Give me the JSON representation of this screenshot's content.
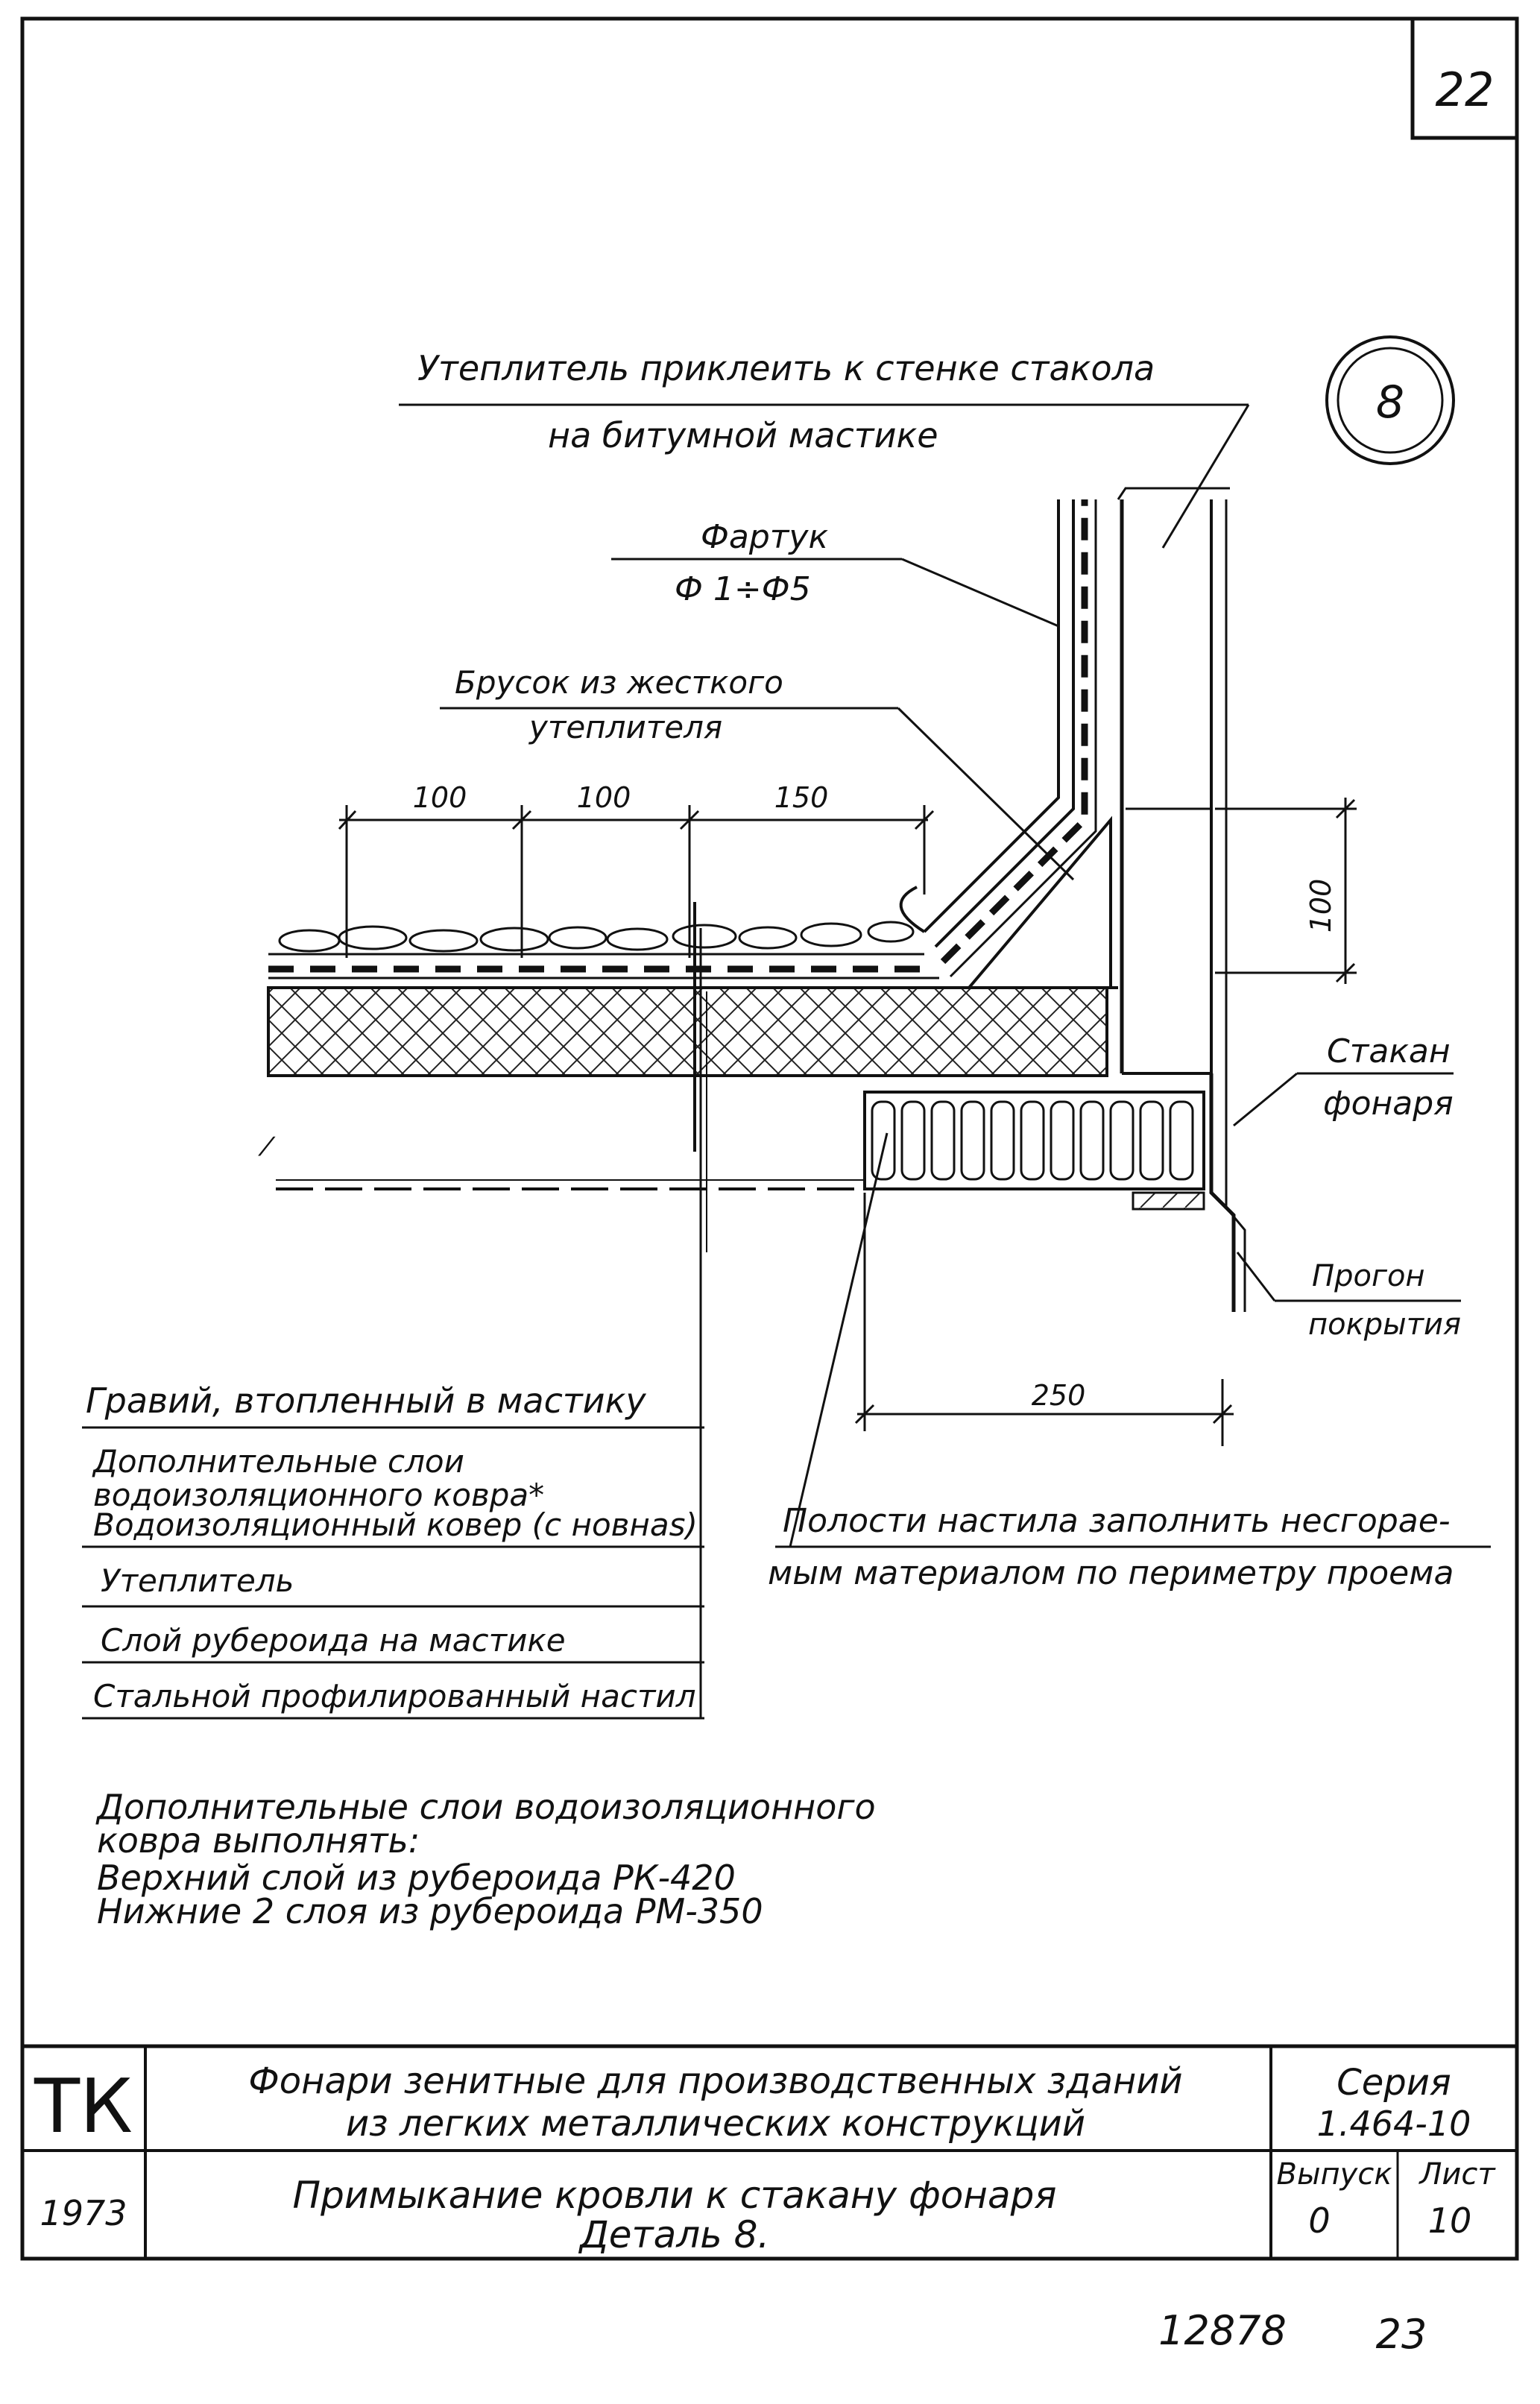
{
  "sheet": {
    "page_number": "22",
    "detail_number": "8"
  },
  "callouts": {
    "insulation_note_line1": "Утеплитель приклеить к стенке стакола",
    "insulation_note_line2": "на битумной мастике",
    "apron_title": "Фартук",
    "apron_spec": "Ф 1÷Ф5",
    "bar_line1": "Брусок из жесткого",
    "bar_line2": "утеплителя",
    "lantern_curb_line1": "Стакан",
    "lantern_curb_line2": "фонаря",
    "purlin_line1": "Прогон",
    "purlin_line2": "покрытия",
    "cavity_note_line1": "Полости настила заполнить несгорае-",
    "cavity_note_line2": "мым материалом по периметру проема"
  },
  "dimensions": {
    "d1": "100",
    "d2": "100",
    "d3": "150",
    "vertical": "100",
    "bottom": "250"
  },
  "layers": [
    "Гравий, втопленный в мастику",
    "Дополнительные слои",
    "водоизоляционного ковра*",
    "Водоизоляционный ковер (с новнаs)",
    "Утеплитель",
    "Слой рубероида на мастике",
    "Стальной профилированный настил"
  ],
  "footnote": [
    "Дополнительные слои водоизоляционного",
    "ковра выполнять:",
    "Верхний слой из рубероида РК-420",
    "Нижние 2 слоя из рубероида РМ-350"
  ],
  "title_block": {
    "org": "ТК",
    "year": "1973",
    "title_line1": "Фонари зенитные для производственных зданий",
    "title_line2": "из легких металлических конструкций",
    "series_label": "Серия",
    "series_value": "1.464-10",
    "sheet_title_line1": "Примыкание кровли к стакану фонаря",
    "sheet_title_line2": "Деталь 8.",
    "issue_label": "Выпуск",
    "issue_value": "0",
    "sheet_label": "Лист",
    "sheet_value": "10"
  },
  "footer": {
    "archive_number": "12878",
    "page_index": "23"
  }
}
